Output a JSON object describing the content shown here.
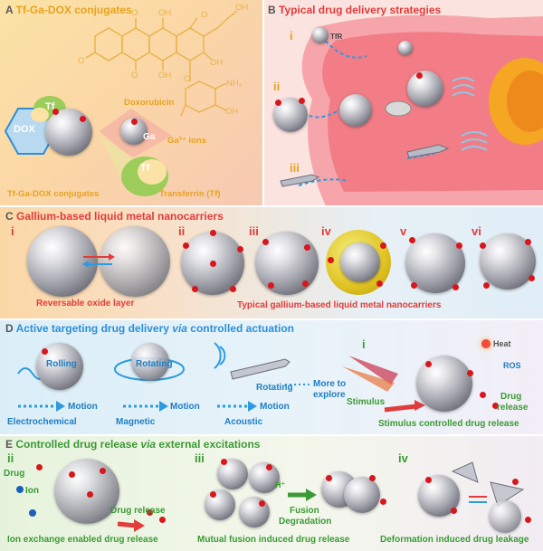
{
  "panelA": {
    "letter": "A",
    "title": "Tf-Ga-DOX conjugates",
    "doxorubicin": "Doxorubicin",
    "ga_ions": "Ga³⁺ ions",
    "ga_symbol": "Ga",
    "dox": "DOX",
    "tf": "Tf",
    "tf2": "Tf",
    "conjugates": "Tf-Ga-DOX conjugates",
    "transferrin": "Transferrin (Tf)",
    "oh1": "OH",
    "oh2": "OH",
    "oh3": "OH",
    "oh4": "OH",
    "oh5": "OH",
    "o1": "O",
    "o2": "O",
    "o3": "O",
    "o4": "O",
    "o5": "O",
    "nh2": "NH₂"
  },
  "panelB": {
    "letter": "B",
    "title": "Typical drug delivery strategies",
    "i": "i",
    "ii": "ii",
    "iii": "iii",
    "tfr": "TfR"
  },
  "panelC": {
    "letter": "C",
    "title": "Gallium-based liquid metal nanocarriers",
    "i": "i",
    "ii": "ii",
    "iii": "iii",
    "iv": "iv",
    "v": "v",
    "vi": "vi",
    "oxide": "Reversable oxide layer",
    "typical": "Typical gallium-based liquid metal nanocarriers"
  },
  "panelD": {
    "letter": "D",
    "title_pre": "Active targeting drug delivery ",
    "title_via": "via",
    "title_post": " controlled actuation",
    "rolling1": "Rolling",
    "rotating1": "Rotating",
    "rotating2": "Rotating",
    "motion1": "Motion",
    "motion2": "Motion",
    "motion3": "Motion",
    "electrochemical": "Electrochemical",
    "magnetic": "Magnetic",
    "acoustic": "Acoustic",
    "more1": "More to",
    "more2": "explore",
    "i": "i",
    "heat": "Heat",
    "ros": "ROS",
    "drug": "Drug",
    "release": "release",
    "stimulus": "Stimulus",
    "stimulus_caption": "Stimulus controlled drug release"
  },
  "panelE": {
    "letter": "E",
    "title_pre": "Controlled  drug release ",
    "title_via": "via",
    "title_post": " external excitations",
    "ii": "ii",
    "iii": "iii",
    "iv": "iv",
    "drug": "Drug",
    "ion": "Ion",
    "drug_release": "Drug release",
    "hplus": "H⁺",
    "fusion": "Fusion",
    "degradation": "Degradation",
    "cap1": "Ion exchange enabled drug release",
    "cap2": "Mutual fusion induced drug release",
    "cap3": "Deformation induced drug leakage"
  },
  "colors": {
    "title_orange": "#e8a21f",
    "title_red": "#e23b3b",
    "title_blue": "#2d8fd6",
    "title_green": "#3c9a35",
    "label_orange": "#e8a21f",
    "label_red": "#e23b3b",
    "label_blue": "#1f7ec4",
    "label_green": "#3c9a35",
    "drug_red": "#d8161b",
    "arrow_blue": "#2d9be0"
  }
}
